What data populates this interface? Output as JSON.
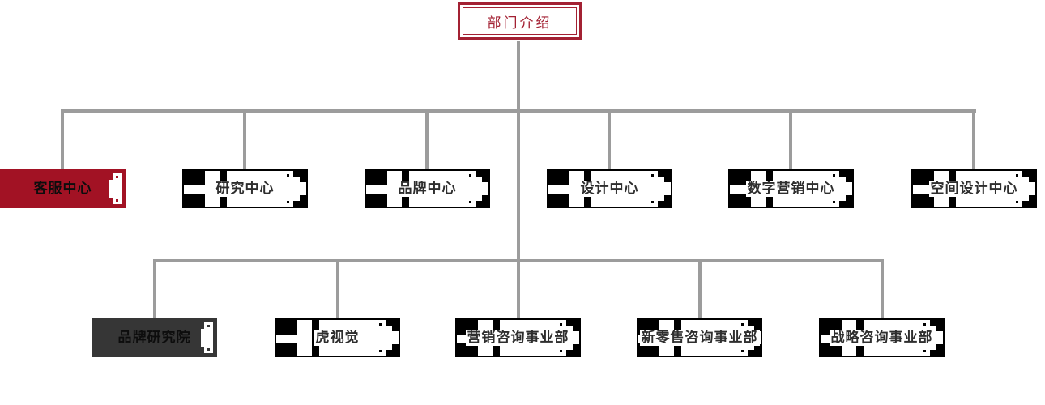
{
  "root": {
    "label": "部门介绍"
  },
  "colors": {
    "root_red": "#a32133",
    "node_red": "#a21224",
    "node_dark": "#363636",
    "node_border": "#000000",
    "line_gray": "#9c9c9c",
    "text_dark": "#2e2e2e",
    "text_black": "#0d0d0d"
  },
  "row1": [
    {
      "label": "客服中心",
      "variant": "red"
    },
    {
      "label": "研究中心",
      "variant": "white"
    },
    {
      "label": "品牌中心",
      "variant": "white"
    },
    {
      "label": "设计中心",
      "variant": "white"
    },
    {
      "label": "数字营销中心",
      "variant": "white"
    },
    {
      "label": "空间设计中心",
      "variant": "white"
    }
  ],
  "row2": [
    {
      "label": "品牌研究院",
      "variant": "dark"
    },
    {
      "label": "虎视觉",
      "variant": "white"
    },
    {
      "label": "营销咨询事业部",
      "variant": "white"
    },
    {
      "label": "新零售咨询事业部",
      "variant": "white"
    },
    {
      "label": "战略咨询事业部",
      "variant": "white"
    }
  ]
}
